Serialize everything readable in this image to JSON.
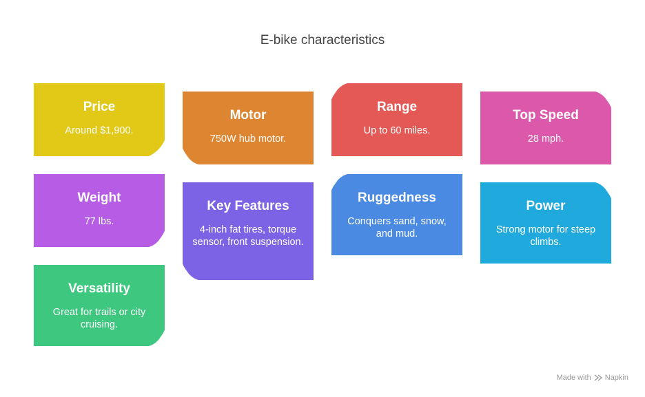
{
  "title": "E-bike characteristics",
  "cards": [
    {
      "id": "price",
      "title": "Price",
      "desc": "Around $1,900.",
      "color": "#e2c918"
    },
    {
      "id": "motor",
      "title": "Motor",
      "desc": "750W hub motor.",
      "color": "#de8531"
    },
    {
      "id": "range",
      "title": "Range",
      "desc": "Up to 60 miles.",
      "color": "#e45855"
    },
    {
      "id": "top-speed",
      "title": "Top Speed",
      "desc": "28 mph.",
      "color": "#dc58aa"
    },
    {
      "id": "weight",
      "title": "Weight",
      "desc": "77 lbs.",
      "color": "#b65ce5"
    },
    {
      "id": "key-features",
      "title": "Key Features",
      "desc": "4-inch fat tires, torque sensor, front suspension.",
      "color": "#7c63e6"
    },
    {
      "id": "ruggedness",
      "title": "Ruggedness",
      "desc": "Conquers sand, snow, and mud.",
      "color": "#4a8ae3"
    },
    {
      "id": "power",
      "title": "Power",
      "desc": "Strong motor for steep climbs.",
      "color": "#1fa9dc"
    },
    {
      "id": "versatility",
      "title": "Versatility",
      "desc": "Great for trails or city cruising.",
      "color": "#3ec77f"
    }
  ],
  "footer": {
    "made_with": "Made with",
    "brand": "Napkin"
  }
}
